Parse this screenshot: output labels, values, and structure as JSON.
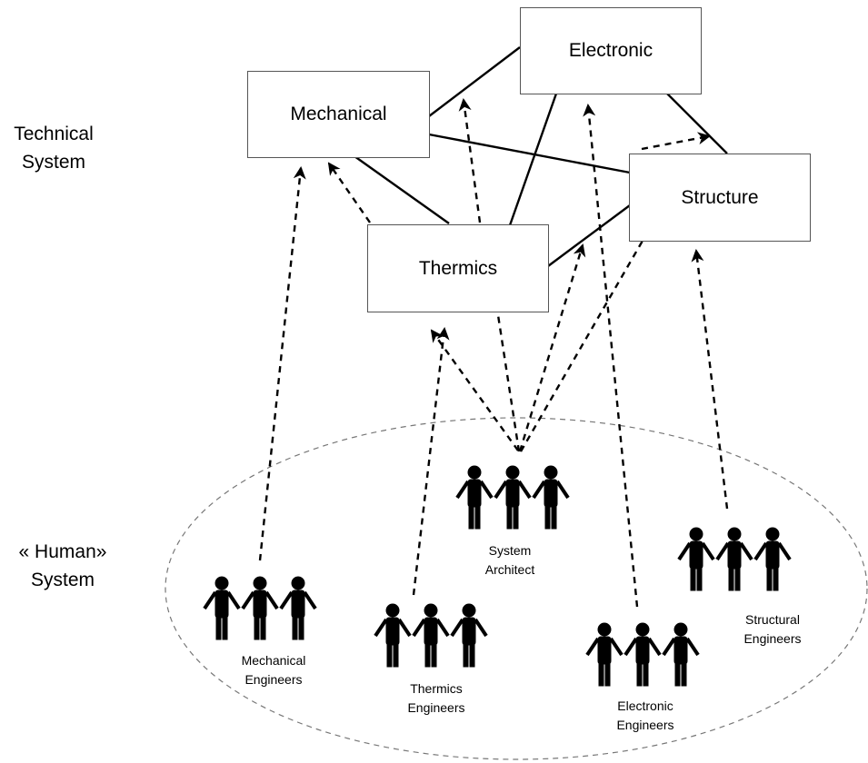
{
  "technical_layer": {
    "line1": "Technical",
    "line2": "System"
  },
  "human_layer": {
    "line1": "« Human»",
    "line2": "System"
  },
  "subsystems": {
    "electronic": "Electronic",
    "mechanical": "Mechanical",
    "structure": "Structure",
    "thermics": "Thermics"
  },
  "groups": {
    "architect": {
      "line1": "System",
      "line2": "Architect"
    },
    "mechanical": {
      "line1": "Mechanical",
      "line2": "Engineers"
    },
    "thermics": {
      "line1": "Thermics",
      "line2": "Engineers"
    },
    "electronic": {
      "line1": "Electronic",
      "line2": "Engineers"
    },
    "structural": {
      "line1": "Structural",
      "line2": "Engineers"
    }
  }
}
